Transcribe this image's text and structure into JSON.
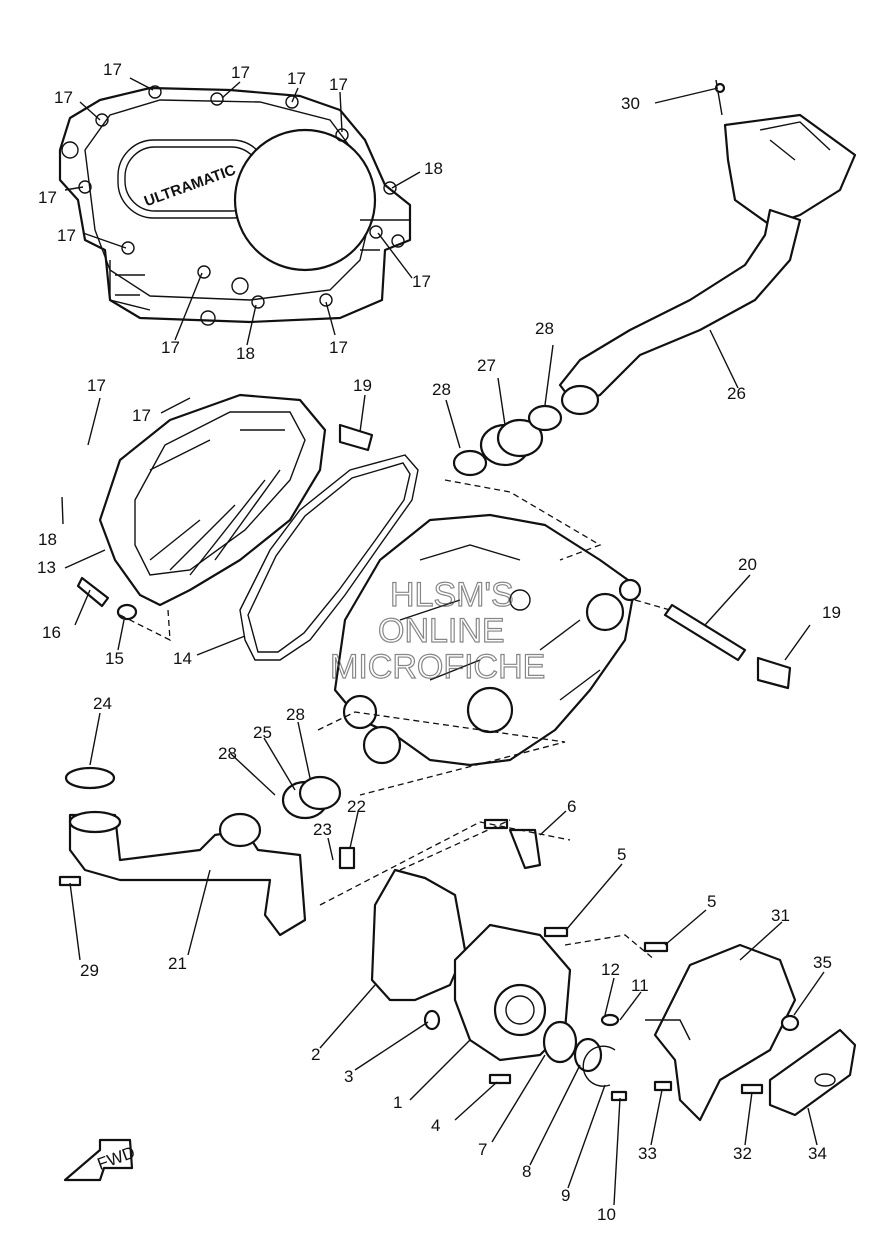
{
  "cover_brand_text": "ULTRAMATIC",
  "fwd_label": "FWD",
  "watermark": [
    "HLSM'S",
    "ONLINE",
    "MICROFICHE"
  ],
  "callouts": [
    {
      "id": "c17a",
      "num": "17"
    },
    {
      "id": "c17b",
      "num": "17"
    },
    {
      "id": "c17c",
      "num": "17"
    },
    {
      "id": "c17d",
      "num": "17"
    },
    {
      "id": "c17e",
      "num": "17"
    },
    {
      "id": "c17f",
      "num": "17"
    },
    {
      "id": "c17g",
      "num": "17"
    },
    {
      "id": "c17h",
      "num": "17"
    },
    {
      "id": "c17i",
      "num": "17"
    },
    {
      "id": "c17j",
      "num": "17"
    },
    {
      "id": "c17k",
      "num": "17"
    },
    {
      "id": "c17l",
      "num": "17"
    },
    {
      "id": "c18a",
      "num": "18"
    },
    {
      "id": "c18b",
      "num": "18"
    },
    {
      "id": "c18c",
      "num": "18"
    },
    {
      "id": "c30",
      "num": "30"
    },
    {
      "id": "c26",
      "num": "26"
    },
    {
      "id": "c27",
      "num": "27"
    },
    {
      "id": "c28a",
      "num": "28"
    },
    {
      "id": "c28b",
      "num": "28"
    },
    {
      "id": "c28c",
      "num": "28"
    },
    {
      "id": "c28d",
      "num": "28"
    },
    {
      "id": "c19a",
      "num": "19"
    },
    {
      "id": "c19b",
      "num": "19"
    },
    {
      "id": "c20",
      "num": "20"
    },
    {
      "id": "c13",
      "num": "13"
    },
    {
      "id": "c14",
      "num": "14"
    },
    {
      "id": "c15",
      "num": "15"
    },
    {
      "id": "c16",
      "num": "16"
    },
    {
      "id": "c24",
      "num": "24"
    },
    {
      "id": "c25",
      "num": "25"
    },
    {
      "id": "c22",
      "num": "22"
    },
    {
      "id": "c23",
      "num": "23"
    },
    {
      "id": "c21",
      "num": "21"
    },
    {
      "id": "c29",
      "num": "29"
    },
    {
      "id": "c6",
      "num": "6"
    },
    {
      "id": "c5a",
      "num": "5"
    },
    {
      "id": "c5b",
      "num": "5"
    },
    {
      "id": "c31",
      "num": "31"
    },
    {
      "id": "c35",
      "num": "35"
    },
    {
      "id": "c12",
      "num": "12"
    },
    {
      "id": "c11",
      "num": "11"
    },
    {
      "id": "c2",
      "num": "2"
    },
    {
      "id": "c3",
      "num": "3"
    },
    {
      "id": "c1",
      "num": "1"
    },
    {
      "id": "c4",
      "num": "4"
    },
    {
      "id": "c7",
      "num": "7"
    },
    {
      "id": "c8",
      "num": "8"
    },
    {
      "id": "c9",
      "num": "9"
    },
    {
      "id": "c10",
      "num": "10"
    },
    {
      "id": "c33",
      "num": "33"
    },
    {
      "id": "c32",
      "num": "32"
    },
    {
      "id": "c34",
      "num": "34"
    }
  ]
}
